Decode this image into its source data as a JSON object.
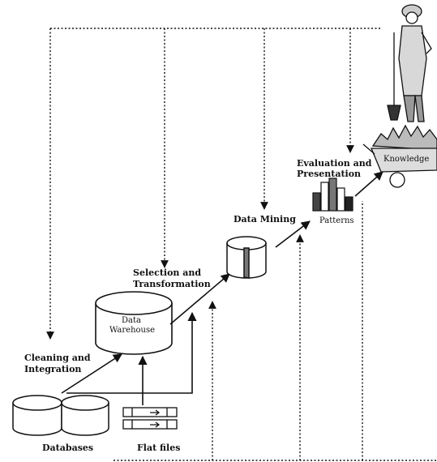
{
  "labels": {
    "databases": "Databases",
    "flat_files": "Flat files",
    "cleaning_line1": "Cleaning and",
    "cleaning_line2": "Integration",
    "data_warehouse_line1": "Data",
    "data_warehouse_line2": "Warehouse",
    "selection_line1": "Selection and",
    "selection_line2": "Transformation",
    "data_mining": "Data Mining",
    "evaluation_line1": "Evaluation and",
    "evaluation_line2": "Presentation",
    "patterns": "Patterns",
    "knowledge": "Knowledge"
  }
}
